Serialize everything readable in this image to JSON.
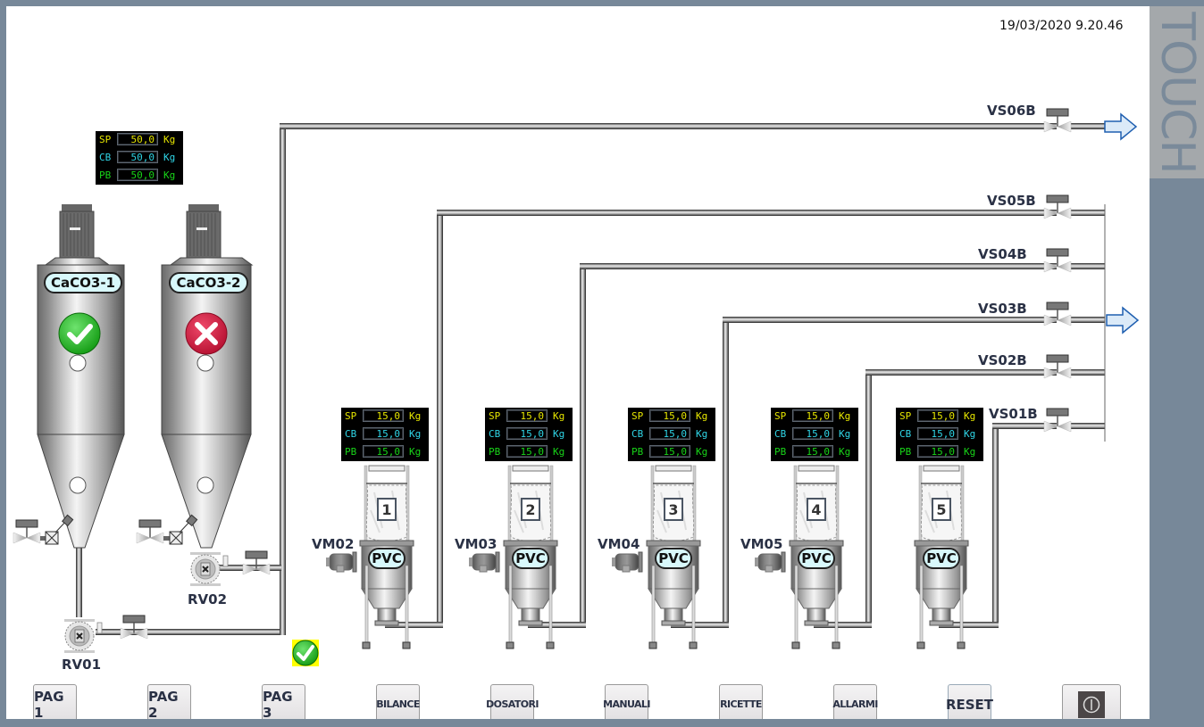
{
  "header": {
    "datetime": "19/03/2020 9.20.46",
    "brand": "TOUCH"
  },
  "colors": {
    "sp": "#e6e600",
    "cb": "#2fd5e6",
    "pb": "#18d418",
    "ok": "#1fae1f",
    "fault": "#d0173d",
    "frame": "#778899"
  },
  "silo_weights": {
    "rows": [
      {
        "label": "SP",
        "value": "50,0",
        "unit": "Kg"
      },
      {
        "label": "CB",
        "value": "50,0",
        "unit": "Kg"
      },
      {
        "label": "PB",
        "value": "50,0",
        "unit": "Kg"
      }
    ]
  },
  "silos": [
    {
      "name": "CaCO3-1",
      "status": "ok",
      "status_icon": "check-icon"
    },
    {
      "name": "CaCO3-2",
      "status": "fault",
      "status_icon": "cross-icon"
    }
  ],
  "rotary_valves": [
    {
      "name": "RV01"
    },
    {
      "name": "RV02"
    }
  ],
  "system_status_icon": "check-icon",
  "hoppers": [
    {
      "number": "1",
      "material": "PVC",
      "motor": "VM02",
      "rows": [
        {
          "label": "SP",
          "value": "15,0",
          "unit": "Kg"
        },
        {
          "label": "CB",
          "value": "15,0",
          "unit": "Kg"
        },
        {
          "label": "PB",
          "value": "15,0",
          "unit": "Kg"
        }
      ]
    },
    {
      "number": "2",
      "material": "PVC",
      "motor": "VM03",
      "rows": [
        {
          "label": "SP",
          "value": "15,0",
          "unit": "Kg"
        },
        {
          "label": "CB",
          "value": "15,0",
          "unit": "Kg"
        },
        {
          "label": "PB",
          "value": "15,0",
          "unit": "Kg"
        }
      ]
    },
    {
      "number": "3",
      "material": "PVC",
      "motor": "VM04",
      "rows": [
        {
          "label": "SP",
          "value": "15,0",
          "unit": "Kg"
        },
        {
          "label": "CB",
          "value": "15,0",
          "unit": "Kg"
        },
        {
          "label": "PB",
          "value": "15,0",
          "unit": "Kg"
        }
      ]
    },
    {
      "number": "4",
      "material": "PVC",
      "motor": "VM05",
      "rows": [
        {
          "label": "SP",
          "value": "15,0",
          "unit": "Kg"
        },
        {
          "label": "CB",
          "value": "15,0",
          "unit": "Kg"
        },
        {
          "label": "PB",
          "value": "15,0",
          "unit": "Kg"
        }
      ]
    },
    {
      "number": "5",
      "material": "PVC",
      "motor": "",
      "rows": [
        {
          "label": "SP",
          "value": "15,0",
          "unit": "Kg"
        },
        {
          "label": "CB",
          "value": "15,0",
          "unit": "Kg"
        },
        {
          "label": "PB",
          "value": "15,0",
          "unit": "Kg"
        }
      ]
    }
  ],
  "selector_valves": [
    {
      "name": "VS06B"
    },
    {
      "name": "VS05B"
    },
    {
      "name": "VS04B"
    },
    {
      "name": "VS03B"
    },
    {
      "name": "VS02B"
    },
    {
      "name": "VS01B"
    }
  ],
  "footer": {
    "buttons": [
      {
        "label": "PAG 1"
      },
      {
        "label": "PAG 2"
      },
      {
        "label": "PAG 3"
      },
      {
        "label": "BILANCE"
      },
      {
        "label": "DOSATORI"
      },
      {
        "label": "MANUALI"
      },
      {
        "label": "RICETTE"
      },
      {
        "label": "ALLARMI"
      },
      {
        "label": "RESET"
      },
      {
        "label": "",
        "icon": "power-icon"
      }
    ]
  }
}
